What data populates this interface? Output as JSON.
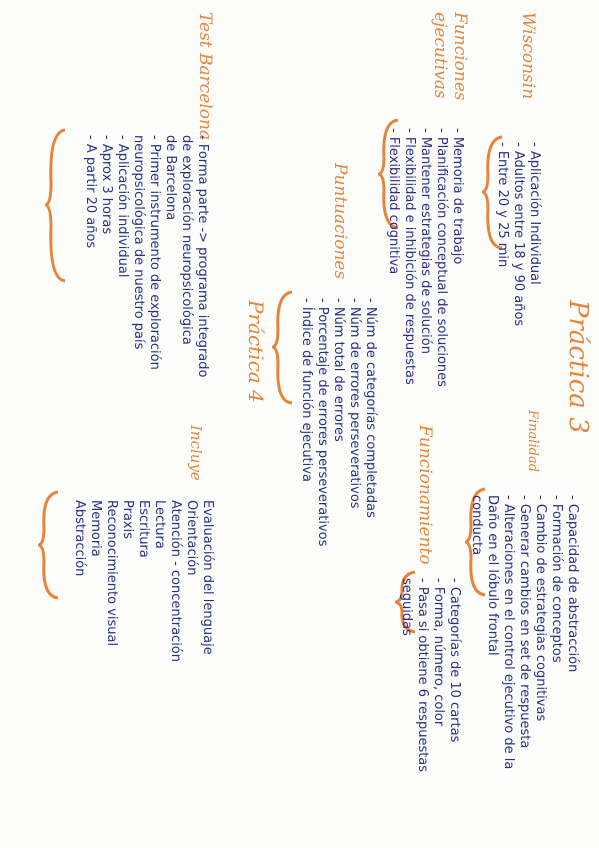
{
  "colors": {
    "title": "#e8843a",
    "text": "#2b2f86",
    "paper": "#fdfdfc"
  },
  "practica3": {
    "title": "Práctica 3"
  },
  "wisconsin": {
    "title": "Wisconsin",
    "items": [
      "- Aplicación Individual",
      "- Adultos entre 18 y 90 años",
      "- Entre 20 y 25 min"
    ]
  },
  "funciones": {
    "title_line1": "Funciones",
    "title_line2": "ejecutivas",
    "items": [
      "- Memoria de trabajo",
      "- Planificación conceptual de soluciones",
      "- Mantener estrategias de solución",
      "- Flexibilidad e inhibición de respuestas",
      "- Flexibilidad cognitiva"
    ]
  },
  "finalidad": {
    "title": "Finalidad",
    "items": [
      "- Capacidad de abstracción",
      "- Formación de conceptos",
      "- Cambio de estrategias cognitivas",
      "- Generar cambios en set de respuesta",
      "- Alteraciones en el control ejecutivo de la",
      "  Daño en el lóbulo frontal",
      "  conducta"
    ]
  },
  "puntuaciones": {
    "title": "Puntuaciones",
    "items": [
      "- Núm de categorías completadas",
      "- Núm de errores perseverativos",
      "- Núm total de errores",
      "- Porcentaje de errores perseverativos",
      "- Índice de función ejecutiva"
    ]
  },
  "funcionamiento": {
    "title": "Funcionamiento",
    "items": [
      "- Categorías de 10 cartas",
      "- Forma, número, color",
      "- Pasa si obtiene 6 respuestas",
      "  seguidas"
    ]
  },
  "test_barcelona": {
    "title": "Test Barcelona",
    "items": [
      "- Forma parte -> programa integrado",
      "  de exploración neuropsicológica",
      "  de Barcelona",
      "- Primer instrumento de exploración",
      "  neuropsicológica de nuestro país",
      "- Aplicación individual",
      "- Aprox 3 horas",
      "- A partir 20 años"
    ]
  },
  "practica4": {
    "title": "Práctica 4"
  },
  "incluye": {
    "title": "Incluye",
    "items": [
      "Evaluación del lenguaje",
      "Orientación",
      "Atención - concentración",
      "Lectura",
      "Escritura",
      "Praxis",
      "Reconocimiento visual",
      "Memoria",
      "Abstracción"
    ]
  }
}
